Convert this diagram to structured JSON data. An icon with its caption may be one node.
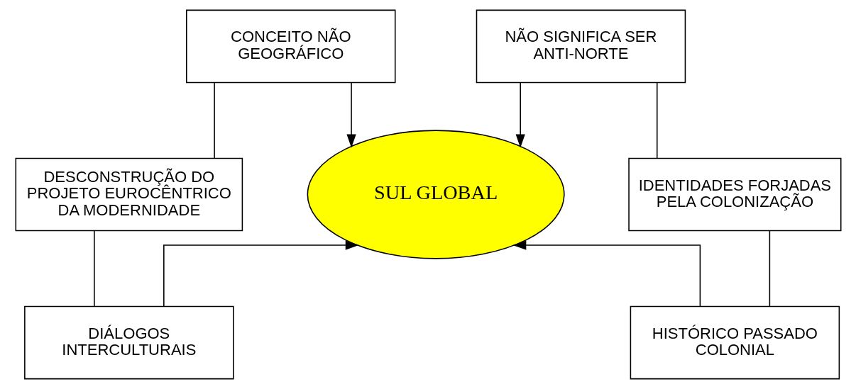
{
  "diagram": {
    "nodes": [
      {
        "text": [
          "CONCEITO NÃO GEOGRÁFICO"
        ]
      },
      {
        "text": [
          "NÃO SIGNIFICA SER ANTI-NORTE"
        ]
      },
      {
        "text": [
          "SUL GLOBAL"
        ]
      },
      {
        "text": [
          "DESCONSTRUÇÃO DO PROJETO EUROCÊNTRICO DA MODERNIDADE"
        ]
      },
      {
        "text": [
          "IDENTIDADES FORJADAS PELA COLONIZAÇÃO"
        ]
      },
      {
        "text": [
          "DIÁLOGOS INTERCULTURAIS"
        ]
      },
      {
        "text": [
          "HISTÓRICO PASSADO COLONIAL"
        ]
      }
    ],
    "edges": [
      {
        "from": 0,
        "to": 2,
        "arrow": "to"
      },
      {
        "from": 1,
        "to": 2,
        "arrow": "to"
      },
      {
        "from": 0,
        "to": 3,
        "arrow": "none"
      },
      {
        "from": 3,
        "to": 5,
        "arrow": "none"
      },
      {
        "from": 1,
        "to": 4,
        "arrow": "none"
      },
      {
        "from": 4,
        "to": 6,
        "arrow": "none"
      },
      {
        "from": 5,
        "to": 2,
        "arrow": "to"
      },
      {
        "from": 6,
        "to": 2,
        "arrow": "to"
      }
    ]
  }
}
